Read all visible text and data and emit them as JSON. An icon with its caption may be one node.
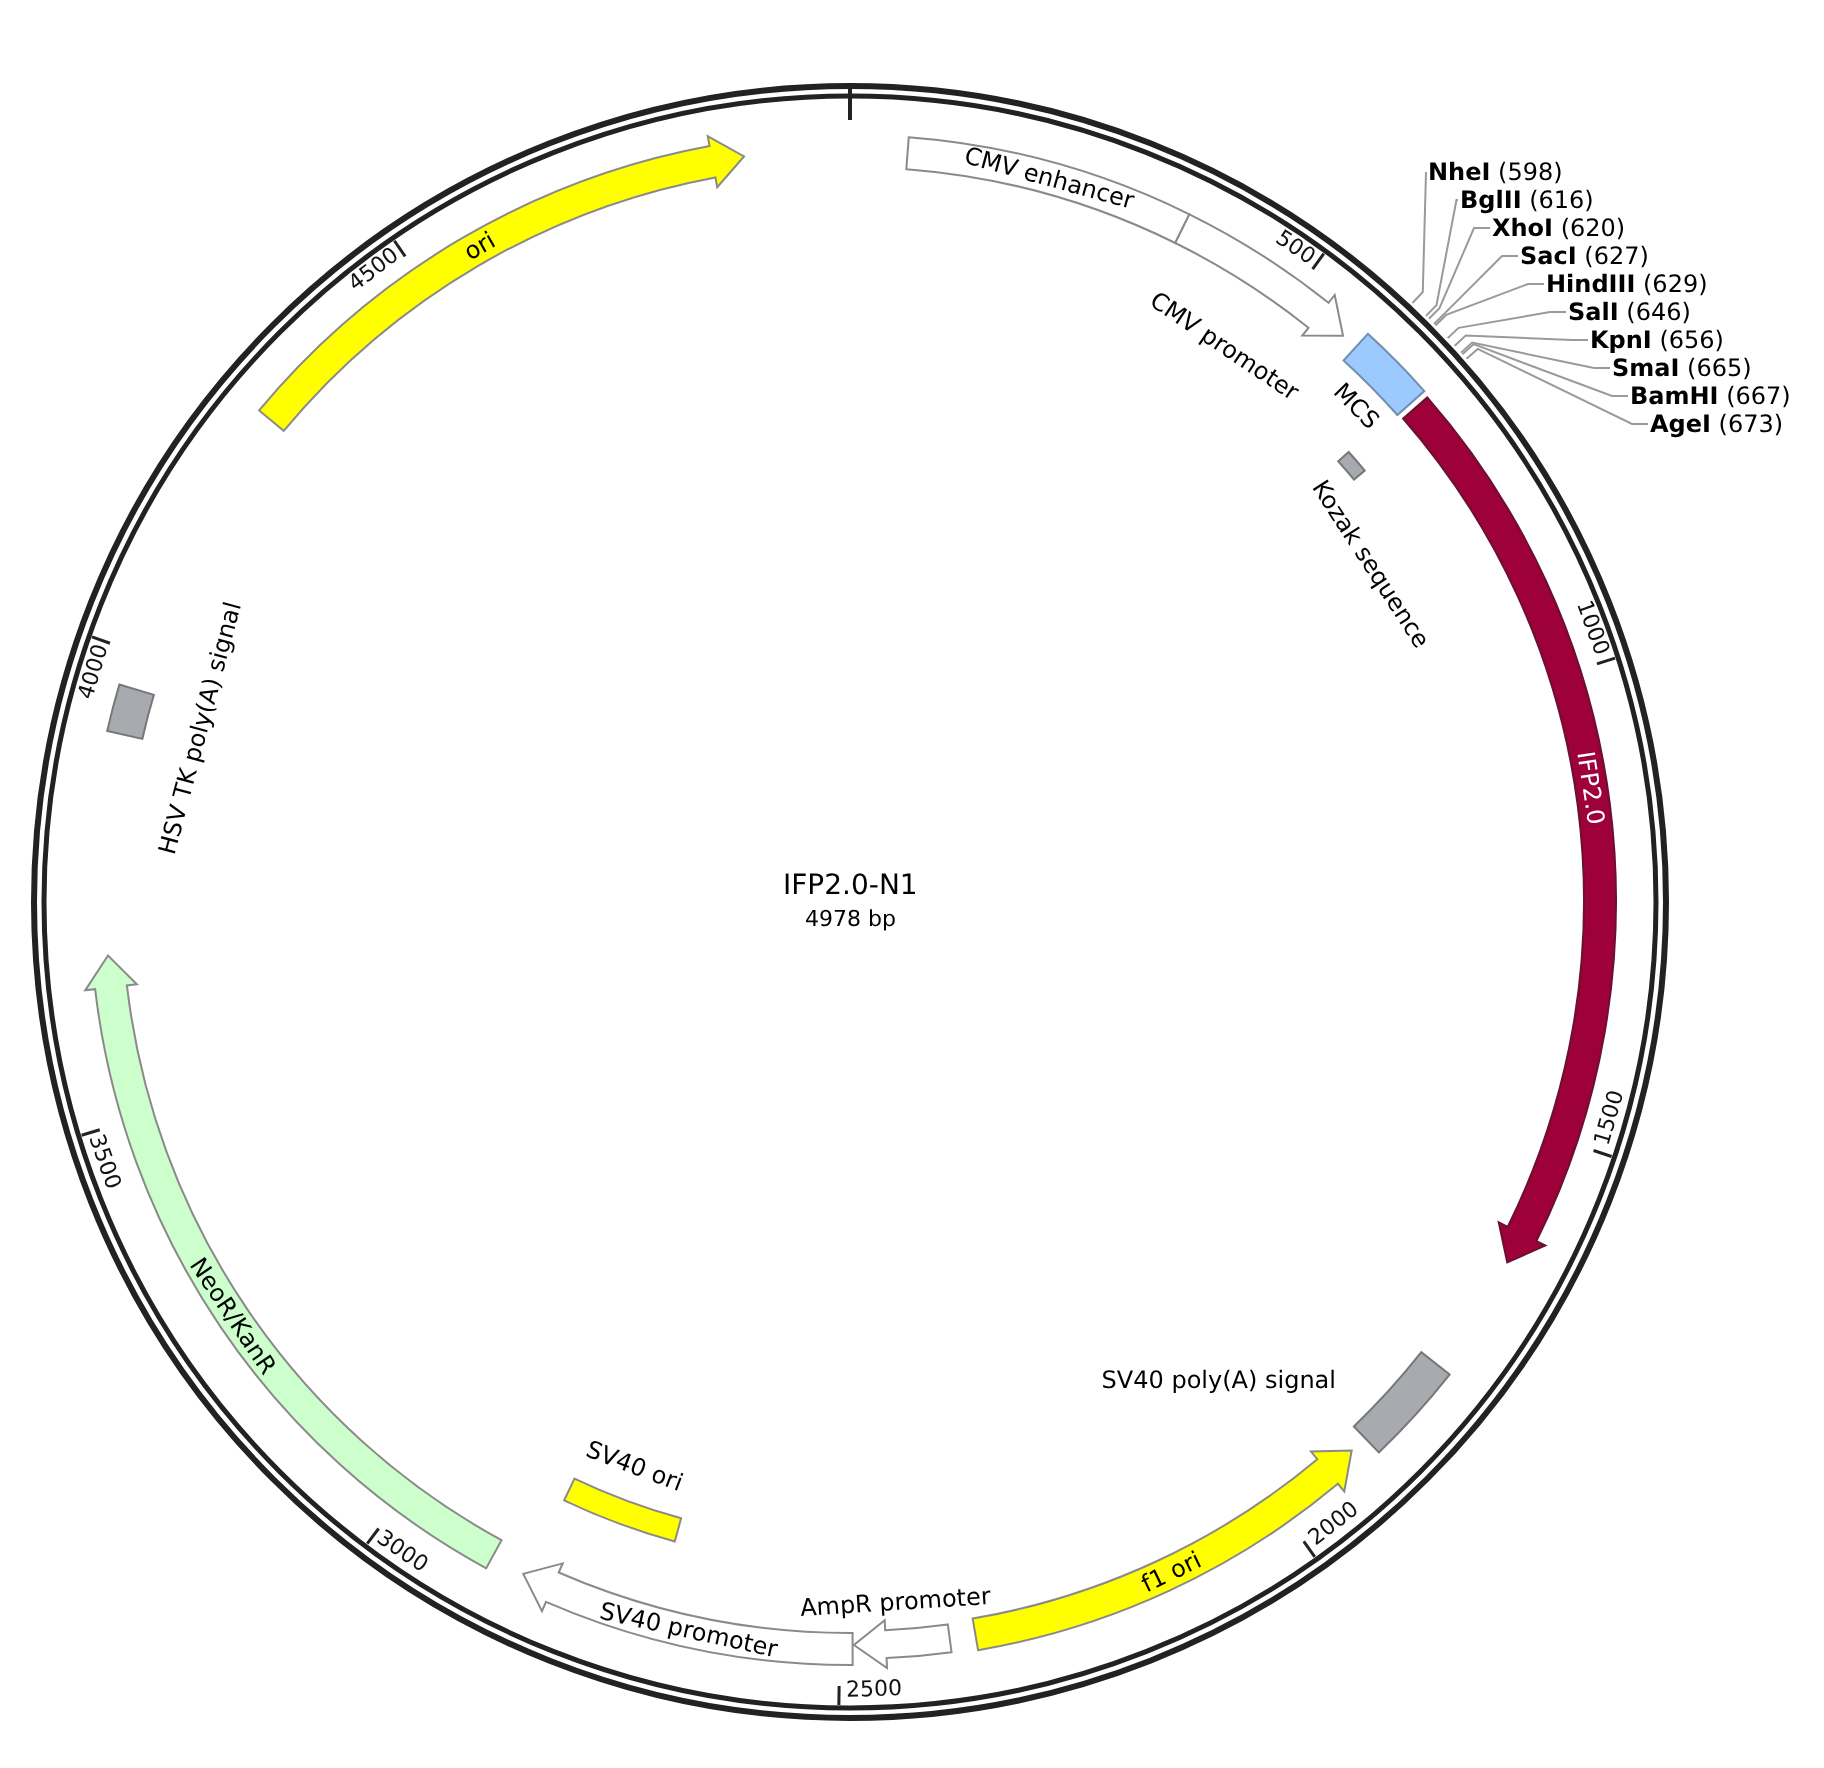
{
  "diagram": {
    "title": "IFP2.0-N1",
    "nodes": [
      {
        "text": [
          "CMV enhancer"
        ]
      },
      {
        "text": [
          "CMV promoter"
        ]
      },
      {
        "text": [
          "MCS"
        ]
      },
      {
        "text": [
          "Kozak sequence"
        ]
      },
      {
        "text": [
          "IFP2.0"
        ]
      },
      {
        "text": [
          "SV40 poly(A) signal"
        ]
      },
      {
        "text": [
          "f1 ori"
        ]
      },
      {
        "text": [
          "AmpR promoter"
        ]
      },
      {
        "text": [
          "SV40 promoter"
        ]
      },
      {
        "text": [
          "SV40 ori"
        ]
      },
      {
        "text": [
          "NeoR/KanR"
        ]
      },
      {
        "text": [
          "HSV TK poly(A) signal"
        ]
      },
      {
        "text": [
          "ori"
        ]
      },
      {
        "text": [
          "**NheI** (598)"
        ]
      },
      {
        "text": [
          "**BglII** (616)"
        ]
      },
      {
        "text": [
          "**XhoI** (620)"
        ]
      },
      {
        "text": [
          "**SacI** (627)"
        ]
      },
      {
        "text": [
          "**HindIII** (629)"
        ]
      },
      {
        "text": [
          "**SalI** (646)"
        ]
      },
      {
        "text": [
          "**KpnI** (656)"
        ]
      },
      {
        "text": [
          "**SmaI** (665)"
        ]
      },
      {
        "text": [
          "**BamHI** (667)"
        ]
      },
      {
        "text": [
          "**AgeI** (673)"
        ]
      }
    ],
    "edges": [
      {
        "from": 13,
        "to": null,
        "arrow": "none"
      },
      {
        "from": 14,
        "to": null,
        "arrow": "none"
      },
      {
        "from": 15,
        "to": null,
        "arrow": "none"
      },
      {
        "from": 16,
        "to": null,
        "arrow": "none"
      },
      {
        "from": 17,
        "to": null,
        "arrow": "none"
      },
      {
        "from": 18,
        "to": null,
        "arrow": "none"
      },
      {
        "from": 19,
        "to": null,
        "arrow": "none"
      },
      {
        "from": 20,
        "to": null,
        "arrow": "none"
      },
      {
        "from": 21,
        "to": null,
        "arrow": "none"
      },
      {
        "from": 22,
        "to": null,
        "arrow": "none"
      }
    ],
    "labels": [
      "4978 bp",
      "500",
      "1000",
      "1500",
      "2000",
      "2500",
      "3000",
      "3500",
      "4000",
      "4500"
    ]
  }
}
